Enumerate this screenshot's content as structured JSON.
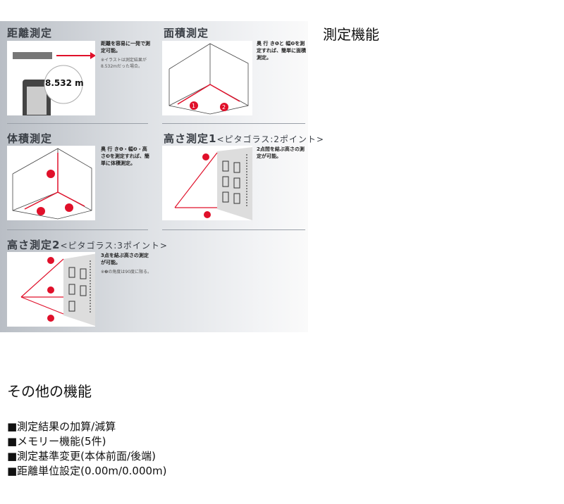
{
  "heading": "測定機能",
  "panels": [
    {
      "title": "距離測定",
      "desc": "距離を容易に一発で測定可能。",
      "note": "※イラストは測定結果が8.532mだった場合。",
      "display": "8.532 m"
    },
    {
      "title": "面積測定",
      "desc": "奥 行 き❶と 幅❷を測定すれば、簡単に面積測定。"
    },
    {
      "title": "体積測定",
      "desc": "奥 行 き❶・幅❷・高さ❸を測定すれば、簡単に体積測定。"
    },
    {
      "title": "高さ測定1",
      "subtitle": "<ピタゴラス:2ポイント>",
      "desc": "2点間を結ぶ高さの測定が可能。"
    },
    {
      "title": "高さ測定2",
      "subtitle": "<ピタゴラス:3ポイント>",
      "desc": "3点を結ぶ高さの測定が可能。",
      "note": "※❷の角度は90度に限る。"
    }
  ],
  "other": {
    "heading": "その他の機能",
    "items": [
      "■測定結果の加算/減算",
      "■メモリー機能(5件)",
      "■測定基準変更(本体前面/後端)",
      "■距離単位設定(0.00m/0.000m)"
    ]
  },
  "colors": {
    "accent": "#e0102a"
  }
}
